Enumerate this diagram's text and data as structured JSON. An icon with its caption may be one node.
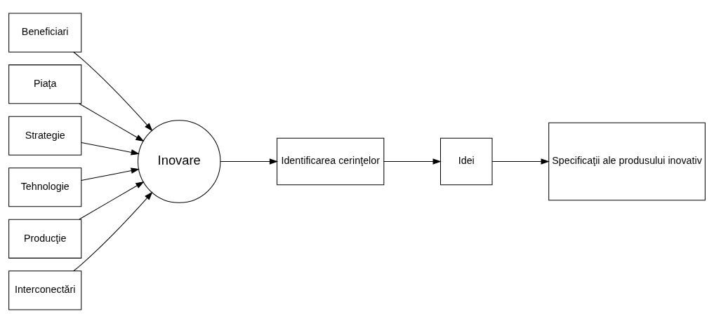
{
  "diagram": {
    "nodes": [
      {
        "text": [
          "Beneficiari"
        ]
      },
      {
        "text": [
          "Piaţa"
        ]
      },
      {
        "text": [
          "Strategie"
        ]
      },
      {
        "text": [
          "Tehnologie"
        ]
      },
      {
        "text": [
          "Producţie"
        ]
      },
      {
        "text": [
          "Interconectări"
        ]
      },
      {
        "text": [
          "Inovare"
        ]
      },
      {
        "text": [
          "Identificarea cerinţelor"
        ]
      },
      {
        "text": [
          "Idei"
        ]
      },
      {
        "text": [
          "Specificaţii ale produsului inovativ"
        ]
      }
    ],
    "edges": [
      {
        "from": 0,
        "to": 6,
        "arrow": "to"
      },
      {
        "from": 1,
        "to": 6,
        "arrow": "to"
      },
      {
        "from": 2,
        "to": 6,
        "arrow": "to"
      },
      {
        "from": 3,
        "to": 6,
        "arrow": "to"
      },
      {
        "from": 4,
        "to": 6,
        "arrow": "to"
      },
      {
        "from": 5,
        "to": 6,
        "arrow": "to"
      },
      {
        "from": 6,
        "to": 7,
        "arrow": "to"
      },
      {
        "from": 7,
        "to": 8,
        "arrow": "to"
      },
      {
        "from": 8,
        "to": 9,
        "arrow": "to"
      }
    ]
  }
}
